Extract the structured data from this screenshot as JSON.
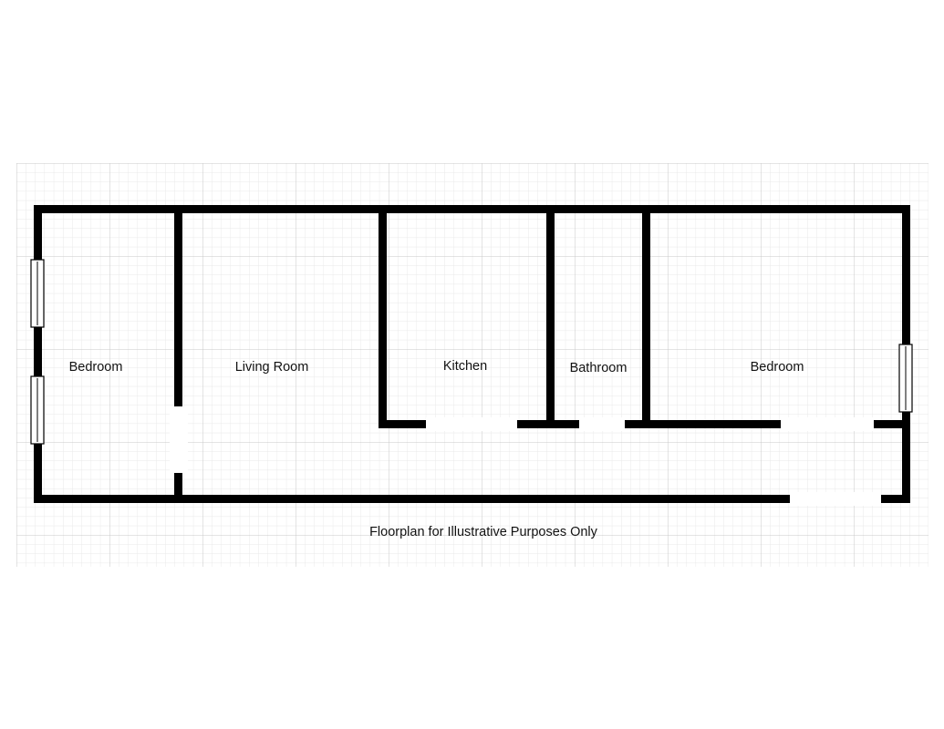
{
  "rooms": {
    "bedroom_west": "Bedroom",
    "living_room": "Living Room",
    "kitchen": "Kitchen",
    "bathroom": "Bathroom",
    "bedroom_east": "Bedroom"
  },
  "caption": "Floorplan for Illustrative Purposes Only",
  "colors": {
    "wall": "#000000",
    "grid_minor": "#e2e2e2",
    "grid_major": "#c8c8c8",
    "background": "#ffffff"
  }
}
